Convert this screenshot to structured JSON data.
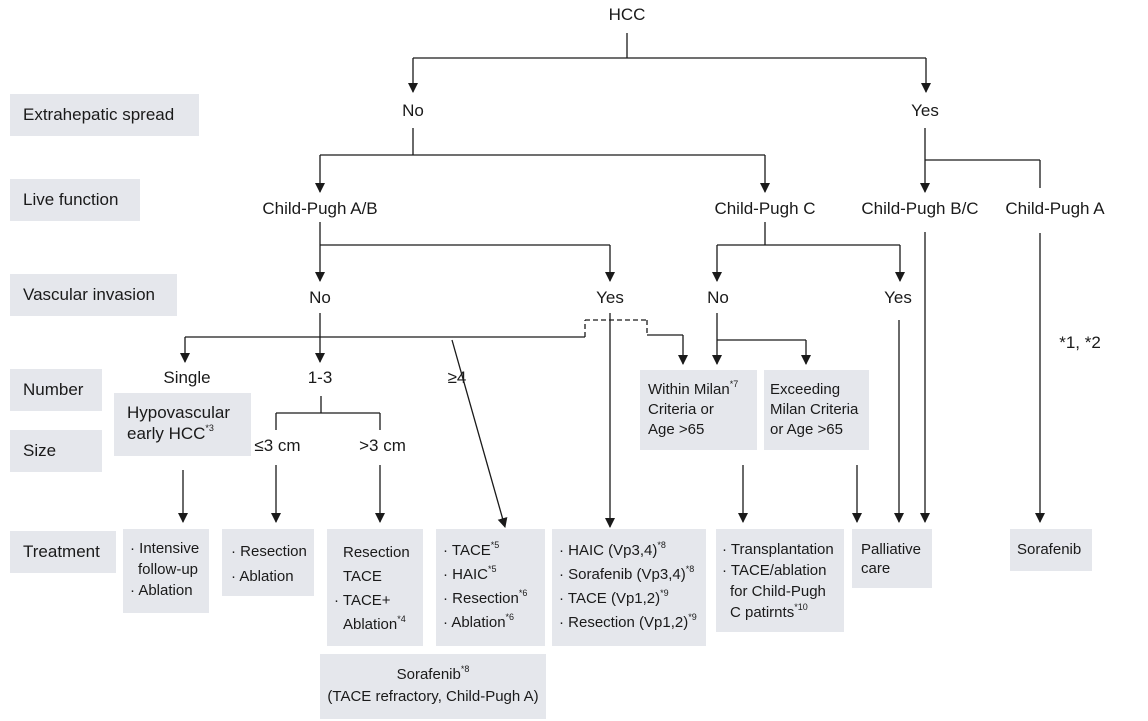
{
  "colors": {
    "box_fill": "#e5e7ec",
    "line": "#1a1a1a",
    "text": "#1a1a1a"
  },
  "root": "HCC",
  "row_labels": {
    "extrahepatic": "Extrahepatic spread",
    "liver": "Live function",
    "vascular": "Vascular invasion",
    "number": "Number",
    "size": "Size",
    "treatment": "Treatment"
  },
  "nodes": {
    "no_spread": "No",
    "yes_spread": "Yes",
    "cp_ab": "Child-Pugh A/B",
    "cp_c": "Child-Pugh C",
    "cp_bc": "Child-Pugh B/C",
    "cp_a": "Child-Pugh A",
    "vi_no": "No",
    "vi_yes": "Yes",
    "c_no": "No",
    "c_yes": "Yes",
    "single": "Single",
    "one_three": "1-3",
    "four_plus": "≥4",
    "le3": "≤3 cm",
    "gt3": ">3 cm",
    "note_12": "*1, *2"
  },
  "boxes": {
    "hypovascular": {
      "line1": "Hypovascular",
      "line2": "early HCC",
      "sup": "*3"
    },
    "within_milan": {
      "line1": "Within Milan",
      "sup1": "*7",
      "line2": "Criteria or",
      "line3": "Age >65"
    },
    "exceeding_milan": {
      "line1": "Exceeding",
      "line2": "Milan Criteria",
      "line3": "or Age >65"
    },
    "t_followup": {
      "line1": "· Intensive",
      "line2": "follow-up",
      "line3": "· Ablation"
    },
    "t_small": {
      "line1": "· Resection",
      "line2": "· Ablation"
    },
    "t_large": {
      "line1": "Resection",
      "line2": "TACE",
      "line3": "· TACE+",
      "line4": "Ablation",
      "sup4": "*4"
    },
    "t_multi": {
      "line1": "· TACE",
      "sup1": "*5",
      "line2": "· HAIC",
      "sup2": "*5",
      "line3": "· Resection",
      "sup3": "*6",
      "line4": "· Ablation",
      "sup4": "*6"
    },
    "t_vi": {
      "line1": "· HAIC (Vp3,4)",
      "sup1": "*8",
      "line2": "· Sorafenib (Vp3,4)",
      "sup2": "*8",
      "line3": "· TACE (Vp1,2)",
      "sup3": "*9",
      "line4": "· Resection (Vp1,2)",
      "sup4": "*9"
    },
    "t_transplant": {
      "line1": "· Transplantation",
      "line2": "· TACE/ablation",
      "line3": "for Child-Pugh",
      "line4": "C patirnts",
      "sup4": "*10"
    },
    "t_palliative": {
      "line1": "Palliative",
      "line2": "care"
    },
    "t_sorafenib": {
      "line1": "Sorafenib"
    },
    "t_refractory": {
      "line1": "Sorafenib",
      "sup1": "*8",
      "line2": "(TACE refractory, Child-Pugh A)"
    }
  }
}
